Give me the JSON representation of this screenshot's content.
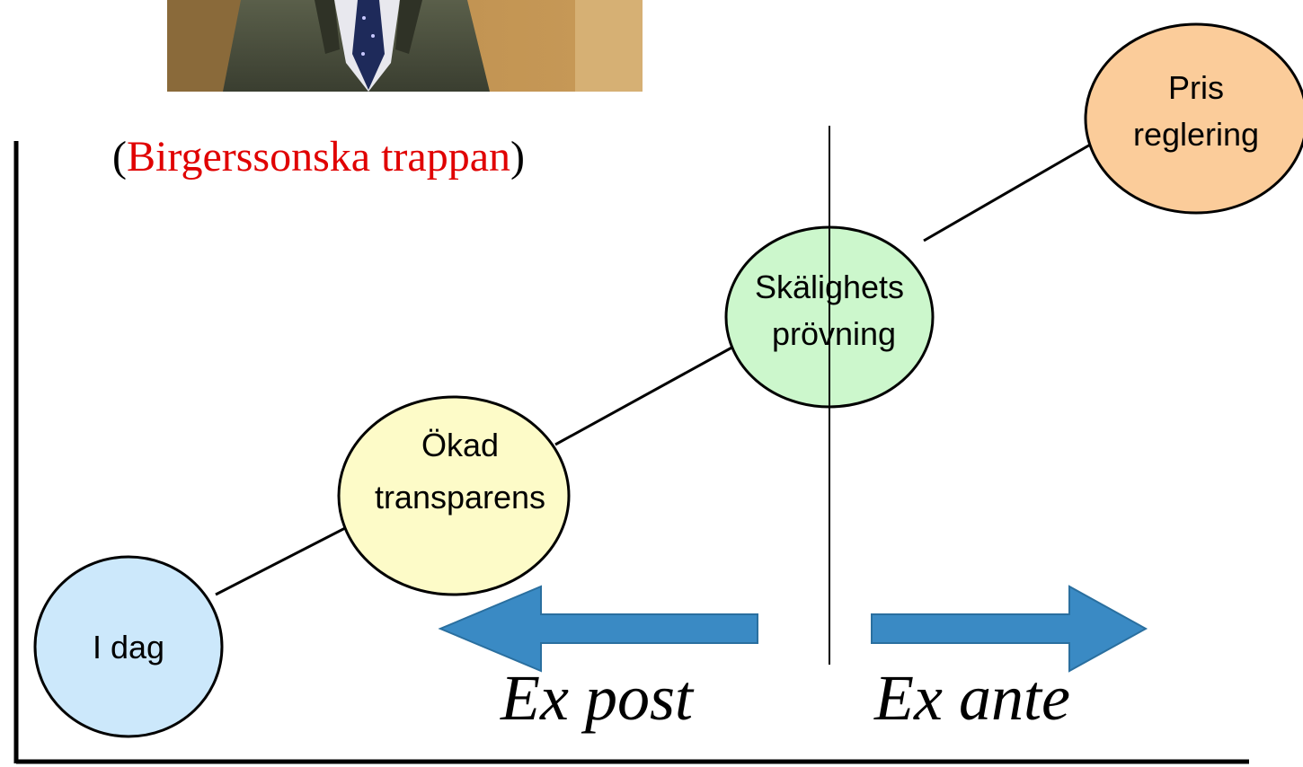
{
  "title": {
    "open_paren": "(",
    "text": "Birgerssonska trappan",
    "close_paren": ")",
    "color": "#e00000"
  },
  "photo": {
    "name": "portrait-photo"
  },
  "steps": [
    {
      "lines": [
        "I dag"
      ],
      "fill": "#cce8fb"
    },
    {
      "lines": [
        "Ökad",
        "transparens"
      ],
      "fill": "#fdfbc8"
    },
    {
      "lines": [
        "Skälighets",
        "prövning"
      ],
      "fill": "#ccf7cc"
    },
    {
      "lines": [
        "Pris",
        "reglering"
      ],
      "fill": "#fbcc9a"
    }
  ],
  "labels": {
    "ex_post": "Ex post",
    "ex_ante": "Ex ante"
  },
  "colors": {
    "arrow_fill": "#3a8ac4",
    "arrow_stroke": "#2a6f9f",
    "line": "#000000"
  }
}
